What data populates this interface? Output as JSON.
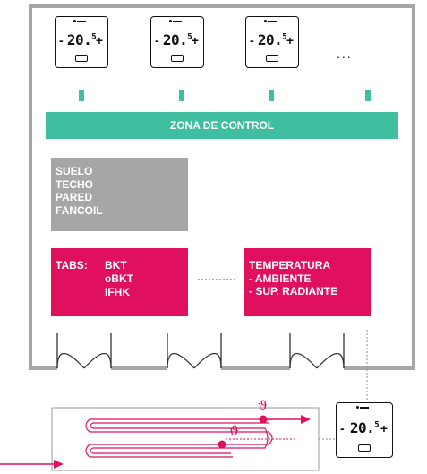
{
  "thermostats": [
    {
      "value": "20.",
      "decimal": "5",
      "minus": "-",
      "plus": "+"
    },
    {
      "value": "20.",
      "decimal": "5",
      "minus": "-",
      "plus": "+"
    },
    {
      "value": "20.",
      "decimal": "5",
      "minus": "-",
      "plus": "+"
    },
    {
      "value": "20.",
      "decimal": "5",
      "minus": "-",
      "plus": "+"
    }
  ],
  "ellipsis": "...",
  "control_zone": {
    "label": "ZONA DE CONTROL",
    "color": "#3fbf9f"
  },
  "surfaces": {
    "lines": [
      "SUELO",
      "TECHO",
      "PARED",
      "FANCOIL"
    ],
    "color": "#a6a6a6"
  },
  "tabs_block": {
    "title": "TABS:",
    "items": [
      "BKT",
      "oBKT",
      "IFHK"
    ],
    "color": "#e0105f"
  },
  "temperature_block": {
    "lines": [
      "TEMPERATURA",
      "- AMBIENTE",
      "- SUP. RADIANTE"
    ],
    "color": "#e0105f"
  },
  "sensor_symbol": "ϑ",
  "colors": {
    "wall": "#a6a6a6",
    "connector": "#3fbf9f",
    "magenta": "#e0105f",
    "dotted": "#888888"
  }
}
